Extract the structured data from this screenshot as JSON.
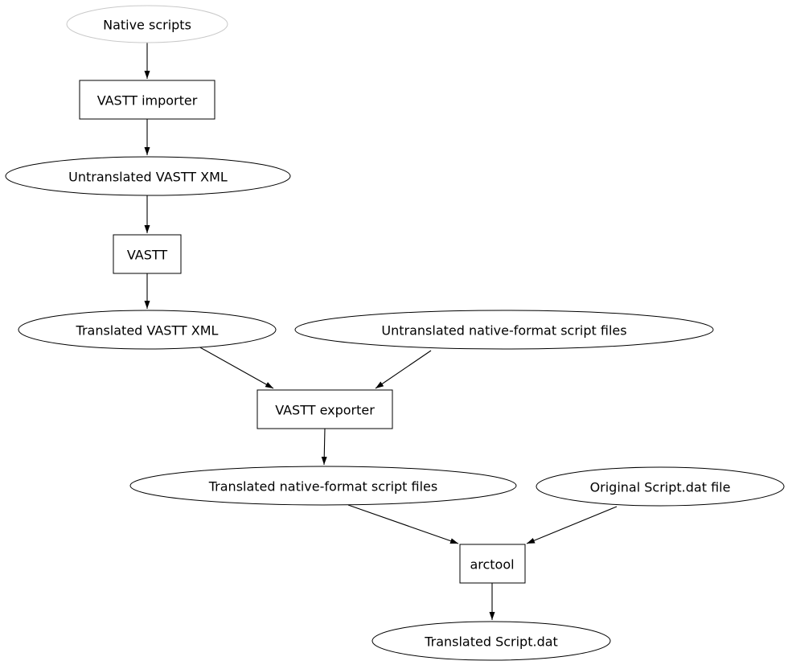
{
  "diagram": {
    "type": "flowchart",
    "background_color": "#ffffff",
    "edge_color": "#000000",
    "node_border_color": "#000000",
    "native_scripts_border_color": "#c9c9c9",
    "text_color": "#000000",
    "nodes": {
      "native_scripts": {
        "label": "Native scripts",
        "shape": "ellipse"
      },
      "vastt_importer": {
        "label": "VASTT importer",
        "shape": "box"
      },
      "untranslated_vastt_xml": {
        "label": "Untranslated VASTT XML",
        "shape": "ellipse"
      },
      "vastt": {
        "label": "VASTT",
        "shape": "box"
      },
      "translated_vastt_xml": {
        "label": "Translated VASTT XML",
        "shape": "ellipse"
      },
      "untranslated_native_format_script_files": {
        "label": "Untranslated native-format script files",
        "shape": "ellipse"
      },
      "vastt_exporter": {
        "label": "VASTT exporter",
        "shape": "box"
      },
      "translated_native_format_script_files": {
        "label": "Translated native-format script files",
        "shape": "ellipse"
      },
      "original_script_dat_file": {
        "label": "Original Script.dat file",
        "shape": "ellipse"
      },
      "arctool": {
        "label": "arctool",
        "shape": "box"
      },
      "translated_script_dat": {
        "label": "Translated Script.dat",
        "shape": "ellipse"
      }
    },
    "edges": [
      {
        "from": "Native scripts",
        "to": "VASTT importer"
      },
      {
        "from": "VASTT importer",
        "to": "Untranslated VASTT XML"
      },
      {
        "from": "Untranslated VASTT XML",
        "to": "VASTT"
      },
      {
        "from": "VASTT",
        "to": "Translated VASTT XML"
      },
      {
        "from": "Translated VASTT XML",
        "to": "VASTT exporter"
      },
      {
        "from": "Untranslated native-format script files",
        "to": "VASTT exporter"
      },
      {
        "from": "VASTT exporter",
        "to": "Translated native-format script files"
      },
      {
        "from": "Translated native-format script files",
        "to": "arctool"
      },
      {
        "from": "Original Script.dat file",
        "to": "arctool"
      },
      {
        "from": "arctool",
        "to": "Translated Script.dat"
      }
    ]
  }
}
